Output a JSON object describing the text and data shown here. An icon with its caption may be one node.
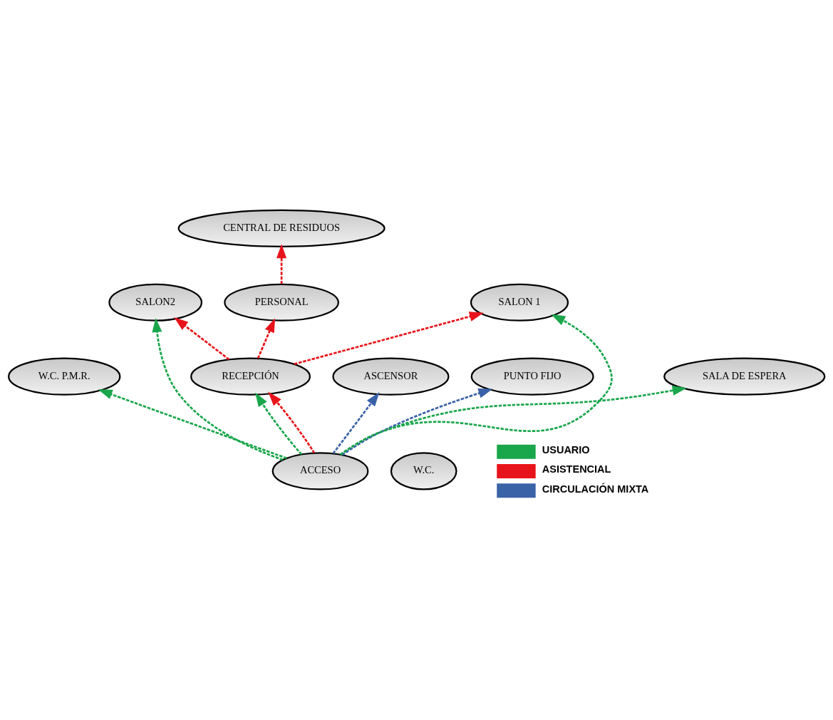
{
  "diagram": {
    "nodes": [
      {
        "text": [
          "CENTRAL DE RESIDUOS"
        ]
      },
      {
        "text": [
          "W.C. P.M.R."
        ]
      },
      {
        "text": [
          "W.C."
        ]
      },
      {
        "text": [
          "SALON2"
        ]
      },
      {
        "text": [
          "SALON 1"
        ]
      },
      {
        "text": [
          "ASCENSOR"
        ]
      },
      {
        "text": [
          "PERSONAL"
        ]
      },
      {
        "text": [
          "PUNTO FIJO"
        ]
      },
      {
        "text": [
          "RECEPCIÓN"
        ]
      },
      {
        "text": [
          "SALA DE ESPERA"
        ]
      },
      {
        "text": [
          "ACCESO"
        ]
      }
    ],
    "edges": [
      {
        "from": 10,
        "to": 1,
        "arrow": "to",
        "style": "dashed",
        "color": "#1aa64b"
      },
      {
        "from": 10,
        "to": 3,
        "arrow": "to",
        "style": "dashed",
        "color": "#1aa64b"
      },
      {
        "from": 10,
        "to": 4,
        "arrow": "to",
        "style": "dashed",
        "color": "#1aa64b"
      },
      {
        "from": 10,
        "to": 8,
        "arrow": "to",
        "style": "dashed",
        "color": "#1aa64b"
      },
      {
        "from": 10,
        "to": 9,
        "arrow": "to",
        "style": "dashed",
        "color": "#1aa64b"
      },
      {
        "from": 10,
        "to": 5,
        "arrow": "to",
        "style": "dashed",
        "color": "#3a62a7"
      },
      {
        "from": 10,
        "to": 7,
        "arrow": "to",
        "style": "dashed",
        "color": "#3a62a7"
      },
      {
        "from": 6,
        "to": 0,
        "arrow": "to",
        "style": "dashed",
        "color": "#e8141b"
      },
      {
        "from": 8,
        "to": 3,
        "arrow": "to",
        "style": "dashed",
        "color": "#e8141b"
      },
      {
        "from": 8,
        "to": 4,
        "arrow": "to",
        "style": "dashed",
        "color": "#e8141b"
      },
      {
        "from": 8,
        "to": 6,
        "arrow": "to",
        "style": "dashed",
        "color": "#e8141b"
      },
      {
        "from": 10,
        "to": 8,
        "arrow": "to",
        "style": "dashed",
        "color": "#e8141b"
      }
    ],
    "legend": [
      {
        "text": "USUARIO",
        "color": "#1aa64b"
      },
      {
        "text": "ASISTENCIAL",
        "color": "#e8141b"
      },
      {
        "text": "CIRCULACIÓN MIXTA",
        "color": "#3a62a7"
      }
    ]
  }
}
